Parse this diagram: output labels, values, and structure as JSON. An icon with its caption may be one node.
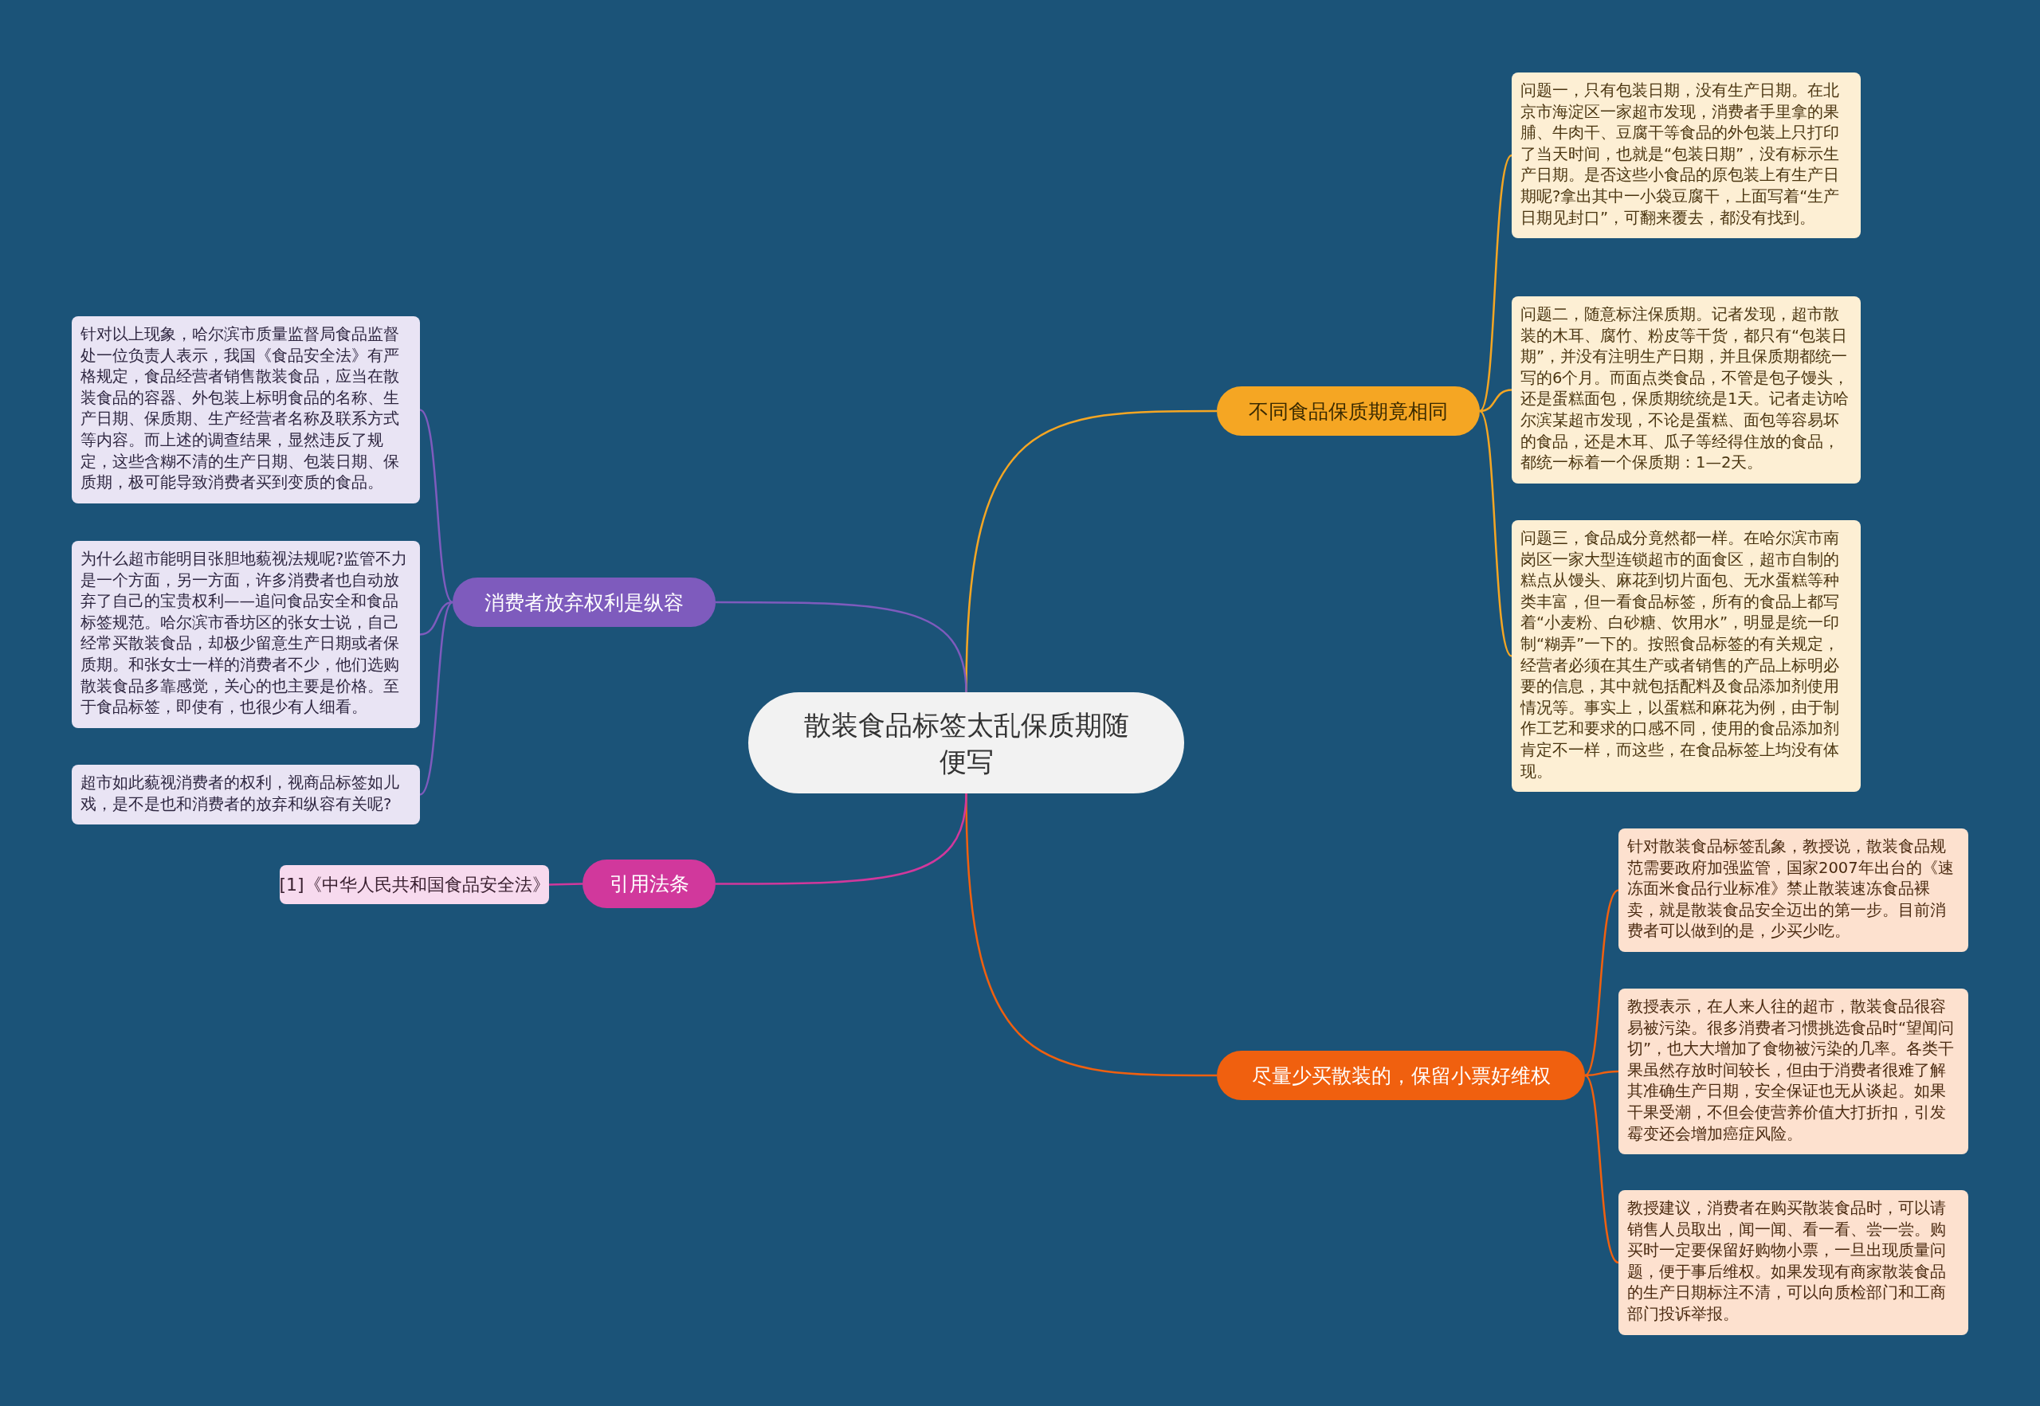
{
  "diagram": {
    "nodes": [
      {
        "text": [
          "散装食品标签太乱保质期随便写"
        ]
      },
      {
        "text": [
          "不同食品保质期竟相同"
        ]
      },
      {
        "text": [
          "问题一，只有包装日期，没有生产日期。在北京市海淀区一家超市发现，消费者手里拿的果脯、牛肉干、豆腐干等食品的外包装上只打印了当天时间，也就是“包装日期”，没有标示生产日期。是否这些小食品的原包装上有生产日期呢?拿出其中一小袋豆腐干，上面写着“生产日期见封口”，可翻来覆去，都没有找到。"
        ]
      },
      {
        "text": [
          "问题二，随意标注保质期。记者发现，超市散装的木耳、腐竹、粉皮等干货，都只有“包装日期”，并没有注明生产日期，并且保质期都统一写的6个月。而面点类食品，不管是包子馒头，还是蛋糕面包，保质期统统是1天。记者走访哈尔滨某超市发现，不论是蛋糕、面包等容易坏的食品，还是木耳、瓜子等经得住放的食品，都统一标着一个保质期：1—2天。"
        ]
      },
      {
        "text": [
          "问题三，食品成分竟然都一样。在哈尔滨市南岗区一家大型连锁超市的面食区，超市自制的糕点从馒头、麻花到切片面包、无水蛋糕等种类丰富，但一看食品标签，所有的食品上都写着“小麦粉、白砂糖、饮用水”，明显是统一印制“糊弄”一下的。按照食品标签的有关规定，经营者必须在其生产或者销售的产品上标明必要的信息，其中就包括配料及食品添加剂使用情况等。事实上，以蛋糕和麻花为例，由于制作工艺和要求的口感不同，使用的食品添加剂肯定不一样，而这些，在食品标签上均没有体现。"
        ]
      },
      {
        "text": [
          "尽量少买散装的，保留小票好维权"
        ]
      },
      {
        "text": [
          "针对散装食品标签乱象，教授说，散装食品规范需要政府加强监管，国家2007年出台的《速冻面米食品行业标准》禁止散装速冻食品裸卖，就是散装食品安全迈出的第一步。目前消费者可以做到的是，少买少吃。"
        ]
      },
      {
        "text": [
          "教授表示，在人来人往的超市，散装食品很容易被污染。很多消费者习惯挑选食品时“望闻问切”，也大大增加了食物被污染的几率。各类干果虽然存放时间较长，但由于消费者很难了解其准确生产日期，安全保证也无从谈起。如果干果受潮，不但会使营养价值大打折扣，引发霉变还会增加癌症风险。"
        ]
      },
      {
        "text": [
          "教授建议，消费者在购买散装食品时，可以请销售人员取出，闻一闻、看一看、尝一尝。购买时一定要保留好购物小票，一旦出现质量问题，便于事后维权。如果发现有商家散装食品的生产日期标注不清，可以向质检部门和工商部门投诉举报。"
        ]
      },
      {
        "text": [
          "消费者放弃权利是纵容"
        ]
      },
      {
        "text": [
          "针对以上现象，哈尔滨市质量监督局食品监督处一位负责人表示，我国《食品安全法》有严格规定，食品经营者销售散装食品，应当在散装食品的容器、外包装上标明食品的名称、生产日期、保质期、生产经营者名称及联系方式等内容。而上述的调查结果，显然违反了规定，这些含糊不清的生产日期、包装日期、保质期，极可能导致消费者买到变质的食品。"
        ]
      },
      {
        "text": [
          "为什么超市能明目张胆地藐视法规呢?监管不力是一个方面，另一方面，许多消费者也自动放弃了自己的宝贵权利——追问食品安全和食品标签规范。哈尔滨市香坊区的张女士说，自己经常买散装食品，却极少留意生产日期或者保质期。和张女士一样的消费者不少，他们选购散装食品多靠感觉，关心的也主要是价格。至于食品标签，即使有，也很少有人细看。"
        ]
      },
      {
        "text": [
          "超市如此藐视消费者的权利，视商品标签如儿戏，是不是也和消费者的放弃和纵容有关呢?"
        ]
      },
      {
        "text": [
          "引用法条"
        ]
      },
      {
        "text": [
          "[1]《中华人民共和国食品安全法》"
        ]
      }
    ],
    "edges": [
      {
        "from": 0,
        "to": 1,
        "arrow": "none",
        "color": "#f5a623"
      },
      {
        "from": 1,
        "to": 2,
        "arrow": "none",
        "color": "#f5a623"
      },
      {
        "from": 1,
        "to": 3,
        "arrow": "none",
        "color": "#f5a623"
      },
      {
        "from": 1,
        "to": 4,
        "arrow": "none",
        "color": "#f5a623"
      },
      {
        "from": 0,
        "to": 5,
        "arrow": "none",
        "color": "#f0600f"
      },
      {
        "from": 5,
        "to": 6,
        "arrow": "none",
        "color": "#f0600f"
      },
      {
        "from": 5,
        "to": 7,
        "arrow": "none",
        "color": "#f0600f"
      },
      {
        "from": 5,
        "to": 8,
        "arrow": "none",
        "color": "#f0600f"
      },
      {
        "from": 0,
        "to": 9,
        "arrow": "none",
        "color": "#7e5bbd"
      },
      {
        "from": 9,
        "to": 10,
        "arrow": "none",
        "color": "#7e5bbd"
      },
      {
        "from": 9,
        "to": 11,
        "arrow": "none",
        "color": "#7e5bbd"
      },
      {
        "from": 9,
        "to": 12,
        "arrow": "none",
        "color": "#7e5bbd"
      },
      {
        "from": 0,
        "to": 13,
        "arrow": "none",
        "color": "#d1389c"
      },
      {
        "from": 13,
        "to": 14,
        "arrow": "none",
        "color": "#d1389c"
      }
    ]
  }
}
